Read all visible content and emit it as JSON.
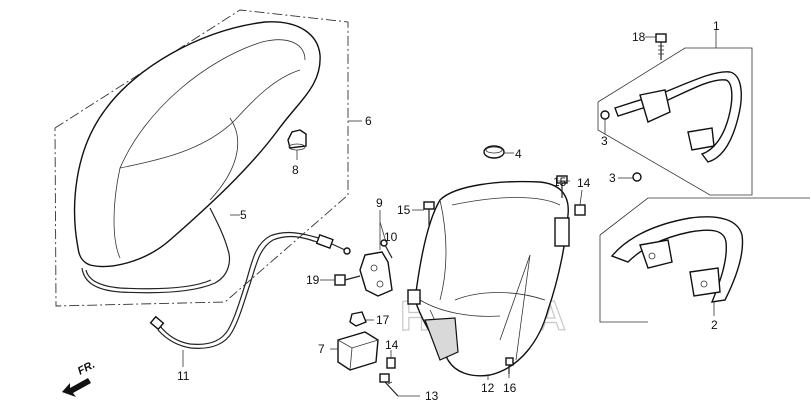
{
  "labels": {
    "p1": "1",
    "p2": "2",
    "p3a": "3",
    "p3b": "3",
    "p4": "4",
    "p5": "5",
    "p6": "6",
    "p7": "7",
    "p8": "8",
    "p9": "9",
    "p10": "10",
    "p11": "11",
    "p12": "12",
    "p13": "13",
    "p14a": "14",
    "p14b": "14",
    "p15a": "15",
    "p15b": "15",
    "p16": "16",
    "p17": "17",
    "p18": "18",
    "p19": "19"
  },
  "direction_marker": "FR.",
  "watermark": "HONDA"
}
